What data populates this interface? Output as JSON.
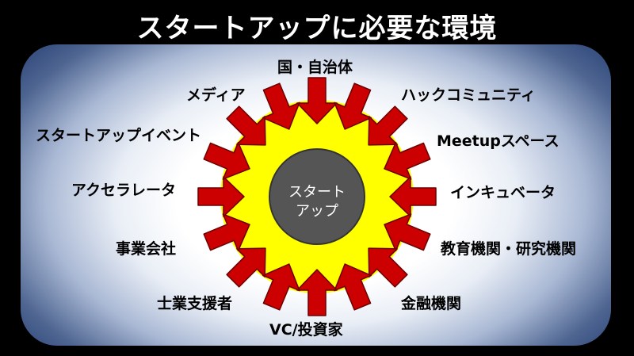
{
  "title": "スタートアップに必要な環境",
  "center": {
    "line1": "スタート",
    "line2": "アップ"
  },
  "labels": {
    "top": "国・自治体",
    "top_left": "メディア",
    "top_right": "ハックコミュニティ",
    "left_upper": "スタートアップイベント",
    "right_upper": "Meetupスペース",
    "left_middle": "アクセラレータ",
    "right_middle": "インキュベータ",
    "left_lower": "事業会社",
    "right_lower": "教育機関・研究機関",
    "bottom_left": "士業支援者",
    "bottom_right": "金融機関",
    "bottom": "VC/投資家"
  },
  "colors": {
    "arrow": "#cc0000",
    "arrow_outline": "#6b0000",
    "sun": "#ffff00",
    "core": "#555555",
    "panel_edge": "#3a5282",
    "title": "#ffffff"
  },
  "arrow_count": 16
}
